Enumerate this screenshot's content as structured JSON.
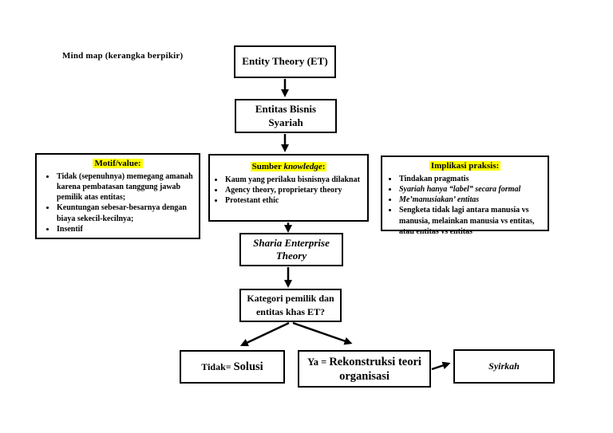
{
  "title": "Mind map (kerangka berpikir)",
  "colors": {
    "background": "#ffffff",
    "ink": "#000000",
    "highlight": "#ffff00"
  },
  "nodes": {
    "entity_theory": {
      "label": "Entity Theory (ET)"
    },
    "entitas_bisnis_syariah": {
      "line1": "Entitas Bisnis",
      "line2": "Syariah"
    },
    "motif_value": {
      "title": "Motif/value:",
      "bullets": [
        "Tidak (sepenuhnya) memegang amanah karena pembatasan tanggung jawab pemilik atas entitas;",
        "Keuntungan sebesar-besarnya dengan biaya sekecil-kecilnya;",
        "Insentif"
      ]
    },
    "sumber_knowledge": {
      "title_pre": "Sumber ",
      "title_em": "knowledge",
      "title_post": ":",
      "bullets": [
        "Kaum yang perilaku bisnisnya dilaknat",
        "Agency theory, proprietary theory",
        "Protestant ethic"
      ]
    },
    "implikasi_praksis": {
      "title": "Implikasi praksis:",
      "bullets": [
        "Tindakan pragmatis",
        "Syariah hanya “label” secara formal",
        "Me’manusiakan’ entitas",
        "Sengketa tidak lagi antara manusia vs manusia, melainkan manusia vs entitas, atau entitas vs entitas"
      ]
    },
    "sharia_enterprise_theory": {
      "line1": "Sharia Enterprise",
      "line2": "Theory"
    },
    "kategori_pemilik": {
      "line1": "Kategori pemilik dan",
      "line2": "entitas khas ET?"
    },
    "tidak": {
      "prefix": "Tidak= ",
      "label": "Solusi"
    },
    "ya": {
      "prefix": "Ya = ",
      "label": "Rekonstruksi teori organisasi"
    },
    "syirkah": {
      "label": "Syirkah"
    }
  }
}
